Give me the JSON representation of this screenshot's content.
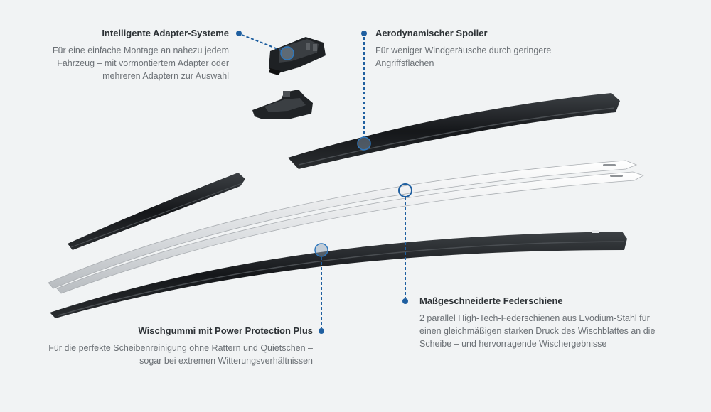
{
  "callouts": {
    "adapter": {
      "title": "Intelligente Adapter-Systeme",
      "desc": "Für eine einfache Montage an nahezu jedem Fahrzeug – mit vormontiertem Adapter oder mehreren Adaptern zur Auswahl"
    },
    "spoiler": {
      "title": "Aerodynamischer Spoiler",
      "desc": "Für weniger Windgeräusche durch geringere Angriffsflächen"
    },
    "feder": {
      "title": "Maßgeschneiderte Federschiene",
      "desc": "2 parallel High-Tech-Federschienen aus Evodium-Stahl für einen gleichmäßigen starken Druck des Wischblattes an die Scheibe – und hervorragende Wischergebnisse"
    },
    "gummi": {
      "title": "Wischgummi mit Power Protection Plus",
      "desc": "Für die perfekte Scheibenreinigung ohne Rattern und Quietschen – sogar bei extremen Witterungsverhältnissen"
    }
  },
  "colors": {
    "background": "#f1f3f4",
    "accent": "#1f5fa0",
    "part_dark": "#1c1e20",
    "rail_light": "#e6e8ea"
  }
}
